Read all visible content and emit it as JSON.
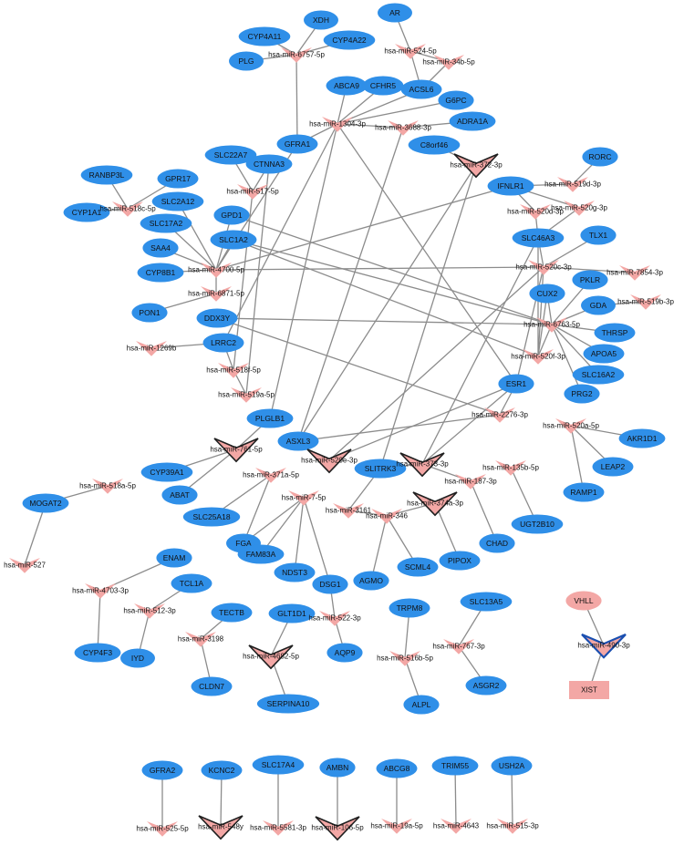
{
  "colors": {
    "gene": "#2f8fe8",
    "mirna": "#f3a7a5",
    "lncrna": "#f3a7a5",
    "edge": "#8c8c8c",
    "hub_outline": "#1f1f1f",
    "blue_outline": "#1a4fb0"
  },
  "nodes": [
    {
      "id": "AR",
      "label": "AR",
      "kind": "gene"
    },
    {
      "id": "XDH",
      "label": "XDH",
      "kind": "gene"
    },
    {
      "id": "CYP4A11",
      "label": "CYP4A11",
      "kind": "gene"
    },
    {
      "id": "CYP4A22",
      "label": "CYP4A22",
      "kind": "gene"
    },
    {
      "id": "PLG",
      "label": "PLG",
      "kind": "gene"
    },
    {
      "id": "ABCA9",
      "label": "ABCA9",
      "kind": "gene"
    },
    {
      "id": "CFHR5",
      "label": "CFHR5",
      "kind": "gene"
    },
    {
      "id": "ACSL6",
      "label": "ACSL6",
      "kind": "gene"
    },
    {
      "id": "G6PC",
      "label": "G6PC",
      "kind": "gene"
    },
    {
      "id": "ADRA1A",
      "label": "ADRA1A",
      "kind": "gene"
    },
    {
      "id": "C8orf46",
      "label": "C8orf46",
      "kind": "gene"
    },
    {
      "id": "GFRA1",
      "label": "GFRA1",
      "kind": "gene"
    },
    {
      "id": "SLC22A7",
      "label": "SLC22A7",
      "kind": "gene"
    },
    {
      "id": "CTNNA3",
      "label": "CTNNA3",
      "kind": "gene"
    },
    {
      "id": "RORC",
      "label": "RORC",
      "kind": "gene"
    },
    {
      "id": "IFNLR1",
      "label": "IFNLR1",
      "kind": "gene"
    },
    {
      "id": "RANBP3L",
      "label": "RANBP3L",
      "kind": "gene"
    },
    {
      "id": "GPR17",
      "label": "GPR17",
      "kind": "gene"
    },
    {
      "id": "CYP1A1",
      "label": "CYP1A1",
      "kind": "gene"
    },
    {
      "id": "SLC2A12",
      "label": "SLC2A12",
      "kind": "gene"
    },
    {
      "id": "SLC17A2",
      "label": "SLC17A2",
      "kind": "gene"
    },
    {
      "id": "GPD1",
      "label": "GPD1",
      "kind": "gene"
    },
    {
      "id": "SLC1A2",
      "label": "SLC1A2",
      "kind": "gene"
    },
    {
      "id": "SLC46A3",
      "label": "SLC46A3",
      "kind": "gene"
    },
    {
      "id": "TLX1",
      "label": "TLX1",
      "kind": "gene"
    },
    {
      "id": "SAA4",
      "label": "SAA4",
      "kind": "gene"
    },
    {
      "id": "CYP8B1",
      "label": "CYP8B1",
      "kind": "gene"
    },
    {
      "id": "PKLR",
      "label": "PKLR",
      "kind": "gene"
    },
    {
      "id": "CUX2",
      "label": "CUX2",
      "kind": "gene"
    },
    {
      "id": "GDA",
      "label": "GDA",
      "kind": "gene"
    },
    {
      "id": "PON1",
      "label": "PON1",
      "kind": "gene"
    },
    {
      "id": "DDX3Y",
      "label": "DDX3Y",
      "kind": "gene"
    },
    {
      "id": "THRSP",
      "label": "THRSP",
      "kind": "gene"
    },
    {
      "id": "LRRC2",
      "label": "LRRC2",
      "kind": "gene"
    },
    {
      "id": "APOA5",
      "label": "APOA5",
      "kind": "gene"
    },
    {
      "id": "SLC16A2",
      "label": "SLC16A2",
      "kind": "gene"
    },
    {
      "id": "ESR1",
      "label": "ESR1",
      "kind": "gene"
    },
    {
      "id": "PRG2",
      "label": "PRG2",
      "kind": "gene"
    },
    {
      "id": "PLGLB1",
      "label": "PLGLB1",
      "kind": "gene"
    },
    {
      "id": "ASXL3",
      "label": "ASXL3",
      "kind": "gene"
    },
    {
      "id": "AKR1D1",
      "label": "AKR1D1",
      "kind": "gene"
    },
    {
      "id": "CYP39A1",
      "label": "CYP39A1",
      "kind": "gene"
    },
    {
      "id": "SLITRK3",
      "label": "SLITRK3",
      "kind": "gene"
    },
    {
      "id": "LEAP2",
      "label": "LEAP2",
      "kind": "gene"
    },
    {
      "id": "ABAT",
      "label": "ABAT",
      "kind": "gene"
    },
    {
      "id": "RAMP1",
      "label": "RAMP1",
      "kind": "gene"
    },
    {
      "id": "MOGAT2",
      "label": "MOGAT2",
      "kind": "gene"
    },
    {
      "id": "SLC25A18",
      "label": "SLC25A18",
      "kind": "gene"
    },
    {
      "id": "UGT2B10",
      "label": "UGT2B10",
      "kind": "gene"
    },
    {
      "id": "FGA",
      "label": "FGA",
      "kind": "gene"
    },
    {
      "id": "CHAD",
      "label": "CHAD",
      "kind": "gene"
    },
    {
      "id": "FAM83A",
      "label": "FAM83A",
      "kind": "gene"
    },
    {
      "id": "PIPOX",
      "label": "PIPOX",
      "kind": "gene"
    },
    {
      "id": "NDST3",
      "label": "NDST3",
      "kind": "gene"
    },
    {
      "id": "SCML4",
      "label": "SCML4",
      "kind": "gene"
    },
    {
      "id": "ENAM",
      "label": "ENAM",
      "kind": "gene"
    },
    {
      "id": "DSG1",
      "label": "DSG1",
      "kind": "gene"
    },
    {
      "id": "AGMO",
      "label": "AGMO",
      "kind": "gene"
    },
    {
      "id": "TCL1A",
      "label": "TCL1A",
      "kind": "gene"
    },
    {
      "id": "TECTB",
      "label": "TECTB",
      "kind": "gene"
    },
    {
      "id": "GLT1D1",
      "label": "GLT1D1",
      "kind": "gene"
    },
    {
      "id": "TRPM8",
      "label": "TRPM8",
      "kind": "gene"
    },
    {
      "id": "SLC13A5",
      "label": "SLC13A5",
      "kind": "gene"
    },
    {
      "id": "VHLL",
      "label": "VHLL",
      "kind": "gene-pink"
    },
    {
      "id": "CYP4F3",
      "label": "CYP4F3",
      "kind": "gene"
    },
    {
      "id": "IYD",
      "label": "IYD",
      "kind": "gene"
    },
    {
      "id": "AQP9",
      "label": "AQP9",
      "kind": "gene"
    },
    {
      "id": "CLDN7",
      "label": "CLDN7",
      "kind": "gene"
    },
    {
      "id": "ASGR2",
      "label": "ASGR2",
      "kind": "gene"
    },
    {
      "id": "XIST",
      "label": "XIST",
      "kind": "lncrna"
    },
    {
      "id": "ALPL",
      "label": "ALPL",
      "kind": "gene"
    },
    {
      "id": "SERPINA10",
      "label": "SERPINA10",
      "kind": "gene"
    },
    {
      "id": "GFRA2",
      "label": "GFRA2",
      "kind": "gene"
    },
    {
      "id": "KCNC2",
      "label": "KCNC2",
      "kind": "gene"
    },
    {
      "id": "SLC17A4",
      "label": "SLC17A4",
      "kind": "gene"
    },
    {
      "id": "AMBN",
      "label": "AMBN",
      "kind": "gene"
    },
    {
      "id": "ABCG8",
      "label": "ABCG8",
      "kind": "gene"
    },
    {
      "id": "TRIM55",
      "label": "TRIM55",
      "kind": "gene"
    },
    {
      "id": "USH2A",
      "label": "USH2A",
      "kind": "gene"
    },
    {
      "id": "m6757",
      "label": "hsa-miR-6757-5p",
      "kind": "mirna"
    },
    {
      "id": "m524",
      "label": "hsa-miR-524-5p",
      "kind": "mirna"
    },
    {
      "id": "m34b",
      "label": "hsa-miR-34b-5p",
      "kind": "mirna"
    },
    {
      "id": "m1304",
      "label": "hsa-miR-1304-3p",
      "kind": "mirna"
    },
    {
      "id": "m3688",
      "label": "hsa-miR-3688-3p",
      "kind": "mirna"
    },
    {
      "id": "m372",
      "label": "hsa-miR-372-3p",
      "kind": "mirna-hub"
    },
    {
      "id": "m519d",
      "label": "hsa-miR-519d-3p",
      "kind": "mirna"
    },
    {
      "id": "m517",
      "label": "hsa-miR-517-5p",
      "kind": "mirna"
    },
    {
      "id": "m518c",
      "label": "hsa-miR-518c-5p",
      "kind": "mirna"
    },
    {
      "id": "m520d",
      "label": "hsa-miR-520d-3p",
      "kind": "mirna"
    },
    {
      "id": "m520g",
      "label": "hsa-miR-520g-3p",
      "kind": "mirna"
    },
    {
      "id": "m520c",
      "label": "hsa-miR-520c-3p",
      "kind": "mirna"
    },
    {
      "id": "m4700",
      "label": "hsa-miR-4700-5p",
      "kind": "mirna"
    },
    {
      "id": "m7854",
      "label": "hsa-miR-7854-3p",
      "kind": "mirna"
    },
    {
      "id": "m6871",
      "label": "hsa-miR-6871-5p",
      "kind": "mirna"
    },
    {
      "id": "m519b",
      "label": "hsa-miR-519b-3p",
      "kind": "mirna"
    },
    {
      "id": "m6763",
      "label": "hsa-miR-6763-5p",
      "kind": "mirna"
    },
    {
      "id": "m1269b",
      "label": "hsa-miR-1269b",
      "kind": "mirna"
    },
    {
      "id": "m520f",
      "label": "hsa-miR-520f-3p",
      "kind": "mirna"
    },
    {
      "id": "m518f",
      "label": "hsa-miR-518f-5p",
      "kind": "mirna"
    },
    {
      "id": "m519a",
      "label": "hsa-miR-519a-5p",
      "kind": "mirna"
    },
    {
      "id": "m2276",
      "label": "hsa-miR-2276-3p",
      "kind": "mirna"
    },
    {
      "id": "m520a",
      "label": "hsa-miR-520a-5p",
      "kind": "mirna"
    },
    {
      "id": "m761",
      "label": "hsa-miR-761-5p",
      "kind": "mirna-hub"
    },
    {
      "id": "m520e",
      "label": "hsa-miR-520e-3p",
      "kind": "mirna-hub"
    },
    {
      "id": "m373",
      "label": "hsa-miR-373-3p",
      "kind": "mirna-hub"
    },
    {
      "id": "m135b",
      "label": "hsa-miR-135b-5p",
      "kind": "mirna"
    },
    {
      "id": "m518a",
      "label": "hsa-miR-518a-5p",
      "kind": "mirna"
    },
    {
      "id": "m371a",
      "label": "hsa-miR-371a-5p",
      "kind": "mirna"
    },
    {
      "id": "m187",
      "label": "hsa-miR-187-3p",
      "kind": "mirna"
    },
    {
      "id": "m7",
      "label": "hsa-miR-7-5p",
      "kind": "mirna"
    },
    {
      "id": "m374a",
      "label": "hsa-miR-374a-3p",
      "kind": "mirna-hub"
    },
    {
      "id": "m3161",
      "label": "hsa-miR-3161",
      "kind": "mirna"
    },
    {
      "id": "m346",
      "label": "hsa-miR-346",
      "kind": "mirna"
    },
    {
      "id": "m527",
      "label": "hsa-miR-527",
      "kind": "mirna"
    },
    {
      "id": "m4703",
      "label": "hsa-miR-4703-3p",
      "kind": "mirna"
    },
    {
      "id": "m512",
      "label": "hsa-miR-512-3p",
      "kind": "mirna"
    },
    {
      "id": "m522",
      "label": "hsa-miR-522-3p",
      "kind": "mirna"
    },
    {
      "id": "m3198",
      "label": "hsa-miR-3198",
      "kind": "mirna"
    },
    {
      "id": "m767",
      "label": "hsa-miR-767-3p",
      "kind": "mirna"
    },
    {
      "id": "m490",
      "label": "hsa-miR-490-3p",
      "kind": "mirna-blue"
    },
    {
      "id": "m4682",
      "label": "hsa-miR-4682-5p",
      "kind": "mirna-hub"
    },
    {
      "id": "m516b",
      "label": "hsa-miR-516b-5p",
      "kind": "mirna"
    },
    {
      "id": "m525",
      "label": "hsa-miR-525-5p",
      "kind": "mirna"
    },
    {
      "id": "m548y",
      "label": "hsa-miR-548y",
      "kind": "mirna-hub"
    },
    {
      "id": "m5581",
      "label": "hsa-miR-5581-3p",
      "kind": "mirna"
    },
    {
      "id": "m106b",
      "label": "hsa-miR-106-5p",
      "kind": "mirna-hub"
    },
    {
      "id": "m19a",
      "label": "hsa-miR-19a-5p",
      "kind": "mirna"
    },
    {
      "id": "m4643",
      "label": "hsa-miR-4643",
      "kind": "mirna"
    },
    {
      "id": "m515",
      "label": "hsa-miR-515-3p",
      "kind": "mirna"
    }
  ],
  "edges": [
    [
      "AR",
      "m524"
    ],
    [
      "m524",
      "ACSL6"
    ],
    [
      "m524",
      "m34b"
    ],
    [
      "m34b",
      "ACSL6"
    ],
    [
      "XDH",
      "m6757"
    ],
    [
      "CYP4A11",
      "m6757"
    ],
    [
      "CYP4A22",
      "m6757"
    ],
    [
      "PLG",
      "m6757"
    ],
    [
      "m6757",
      "GFRA1"
    ],
    [
      "ABCA9",
      "m1304"
    ],
    [
      "CFHR5",
      "m1304"
    ],
    [
      "ACSL6",
      "m1304"
    ],
    [
      "G6PC",
      "m1304"
    ],
    [
      "m1304",
      "LRRC2"
    ],
    [
      "m1304",
      "PLGLB1"
    ],
    [
      "ADRA1A",
      "m3688"
    ],
    [
      "m3688",
      "m1304"
    ],
    [
      "C8orf46",
      "m372"
    ],
    [
      "m372",
      "ASXL3"
    ],
    [
      "m372",
      "SLITRK3"
    ],
    [
      "GFRA1",
      "m1304"
    ],
    [
      "GFRA1",
      "m4700"
    ],
    [
      "SLC22A7",
      "m517"
    ],
    [
      "CTNNA3",
      "m517"
    ],
    [
      "m517",
      "m518f"
    ],
    [
      "RORC",
      "m519d"
    ],
    [
      "IFNLR1",
      "m519d"
    ],
    [
      "IFNLR1",
      "m520d"
    ],
    [
      "IFNLR1",
      "m520g"
    ],
    [
      "m520d",
      "SLC46A3"
    ],
    [
      "m520g",
      "SLC46A3"
    ],
    [
      "RANBP3L",
      "m518c"
    ],
    [
      "CYP1A1",
      "m518c"
    ],
    [
      "GPR17",
      "m518c"
    ],
    [
      "SLC2A12",
      "m4700"
    ],
    [
      "SLC17A2",
      "m4700"
    ],
    [
      "GPD1",
      "m4700"
    ],
    [
      "SLC1A2",
      "m4700"
    ],
    [
      "SAA4",
      "m4700"
    ],
    [
      "CYP8B1",
      "m4700"
    ],
    [
      "m4700",
      "IFNLR1"
    ],
    [
      "m4700",
      "m6871"
    ],
    [
      "PON1",
      "m6871"
    ],
    [
      "SLC1A2",
      "m6763"
    ],
    [
      "GPD1",
      "m6763"
    ],
    [
      "SLC46A3",
      "m520c"
    ],
    [
      "m520c",
      "m520f"
    ],
    [
      "m520c",
      "ESR1"
    ],
    [
      "m520c",
      "m520e"
    ],
    [
      "TLX1",
      "m520c"
    ],
    [
      "m7854",
      "m520c"
    ],
    [
      "GDA",
      "m519b"
    ],
    [
      "CUX2",
      "m6763"
    ],
    [
      "PKLR",
      "m6763"
    ],
    [
      "GDA",
      "m6763"
    ],
    [
      "THRSP",
      "m6763"
    ],
    [
      "APOA5",
      "m6763"
    ],
    [
      "SLC16A2",
      "m6763"
    ],
    [
      "PRG2",
      "m6763"
    ],
    [
      "m6763",
      "m520f"
    ],
    [
      "DDX3Y",
      "m6763"
    ],
    [
      "SLC46A3",
      "m520f"
    ],
    [
      "CUX2",
      "m520f"
    ],
    [
      "DDX3Y",
      "m2276"
    ],
    [
      "LRRC2",
      "m1269b"
    ],
    [
      "LRRC2",
      "m518f"
    ],
    [
      "m518f",
      "m519a"
    ],
    [
      "ESR1",
      "m2276"
    ],
    [
      "ESR1",
      "m373"
    ],
    [
      "ESR1",
      "m520e"
    ],
    [
      "m2276",
      "ASXL3"
    ],
    [
      "PLGLB1",
      "m761"
    ],
    [
      "m761",
      "CYP39A1"
    ],
    [
      "m761",
      "ABAT"
    ],
    [
      "m520a",
      "AKR1D1"
    ],
    [
      "m520a",
      "LEAP2"
    ],
    [
      "m520a",
      "RAMP1"
    ],
    [
      "SLITRK3",
      "m373"
    ],
    [
      "SLITRK3",
      "m3161"
    ],
    [
      "m373",
      "SLC46A3"
    ],
    [
      "m135b",
      "UGT2B10"
    ],
    [
      "m187",
      "CHAD"
    ],
    [
      "m373",
      "m187"
    ],
    [
      "MOGAT2",
      "m518a"
    ],
    [
      "MOGAT2",
      "m527"
    ],
    [
      "m371a",
      "SLC25A18"
    ],
    [
      "m371a",
      "FGA"
    ],
    [
      "m7",
      "FAM83A"
    ],
    [
      "m7",
      "NDST3"
    ],
    [
      "m7",
      "DSG1"
    ],
    [
      "m7",
      "FGA"
    ],
    [
      "m374a",
      "PIPOX"
    ],
    [
      "m3161",
      "m346"
    ],
    [
      "m346",
      "AGMO"
    ],
    [
      "m346",
      "SCML4"
    ],
    [
      "m346",
      "m374a"
    ],
    [
      "ENAM",
      "m4703"
    ],
    [
      "m4703",
      "CYP4F3"
    ],
    [
      "TCL1A",
      "m512"
    ],
    [
      "m512",
      "IYD"
    ],
    [
      "DSG1",
      "m522"
    ],
    [
      "m522",
      "AQP9"
    ],
    [
      "TECTB",
      "m3198"
    ],
    [
      "m3198",
      "CLDN7"
    ],
    [
      "GLT1D1",
      "m4682"
    ],
    [
      "m4682",
      "SERPINA10"
    ],
    [
      "TRPM8",
      "m516b"
    ],
    [
      "m516b",
      "ALPL"
    ],
    [
      "SLC13A5",
      "m767"
    ],
    [
      "m767",
      "ASGR2"
    ],
    [
      "VHLL",
      "m490"
    ],
    [
      "m490",
      "XIST"
    ],
    [
      "GFRA2",
      "m525"
    ],
    [
      "KCNC2",
      "m548y"
    ],
    [
      "SLC17A4",
      "m5581"
    ],
    [
      "AMBN",
      "m106b"
    ],
    [
      "ABCG8",
      "m19a"
    ],
    [
      "TRIM55",
      "m4643"
    ],
    [
      "USH2A",
      "m515"
    ],
    [
      "CTNNA3",
      "m519a"
    ],
    [
      "m4700",
      "m520c"
    ],
    [
      "SLC1A2",
      "m520f"
    ],
    [
      "ASXL3",
      "m3688"
    ],
    [
      "m1304",
      "ESR1"
    ]
  ]
}
